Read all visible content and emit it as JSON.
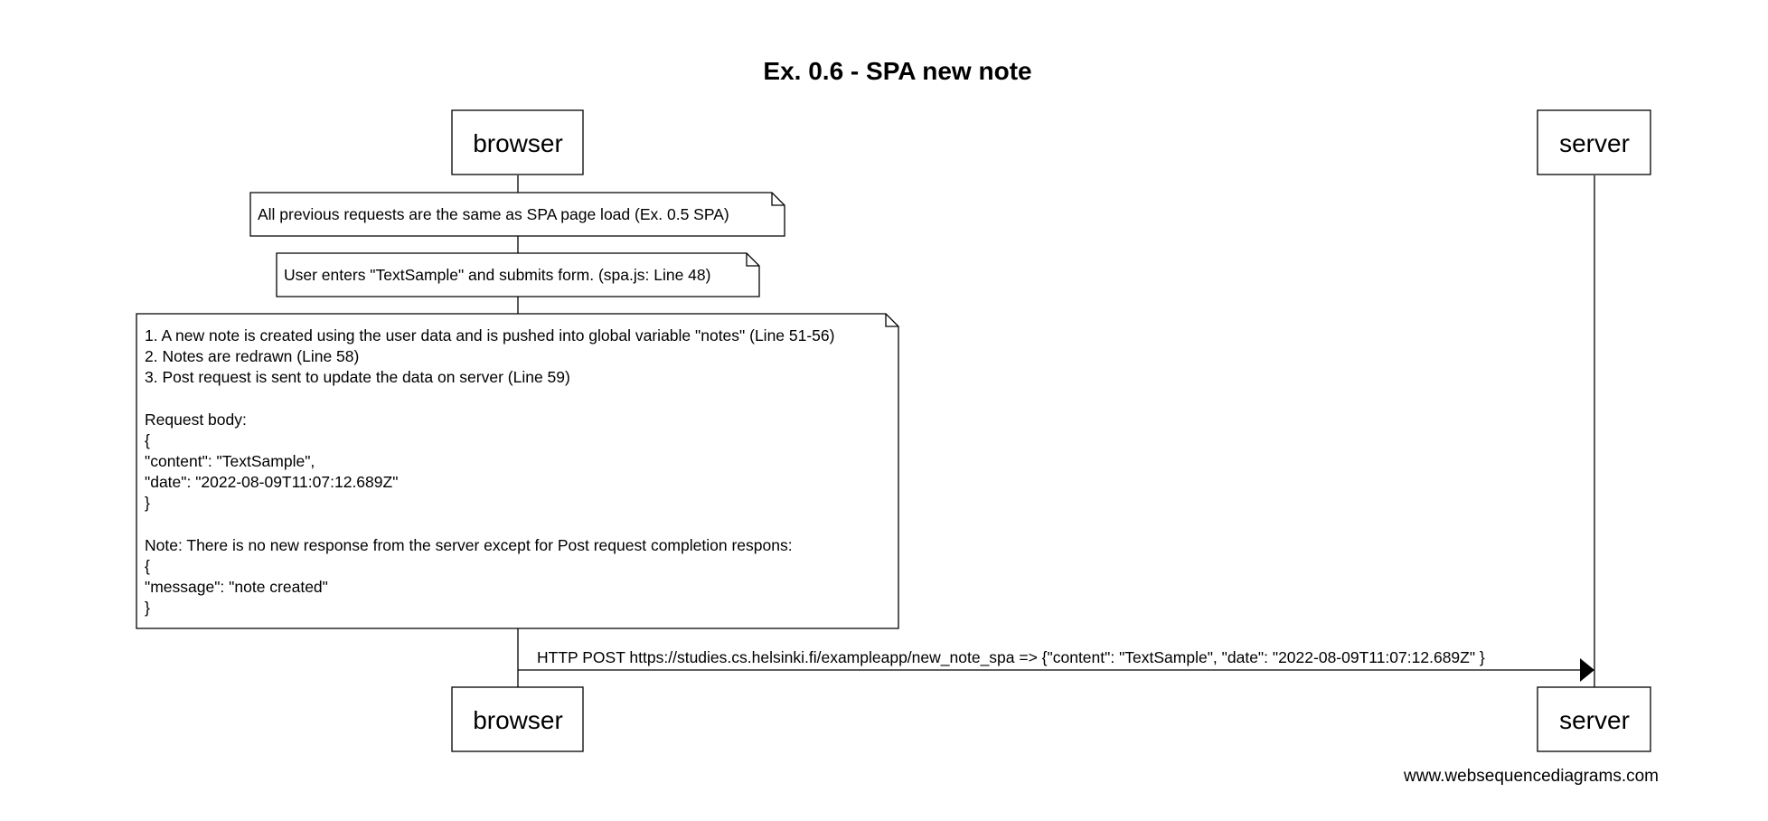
{
  "title": "Ex. 0.6 - SPA new note",
  "participants": [
    {
      "id": "browser",
      "label": "browser"
    },
    {
      "id": "server",
      "label": "server"
    }
  ],
  "notes": [
    {
      "over": "browser",
      "lines": [
        "All previous requests are the same as SPA page load (Ex. 0.5 SPA)"
      ]
    },
    {
      "over": "browser",
      "lines": [
        "User enters \"TextSample\" and submits form. (spa.js: Line 48)"
      ]
    },
    {
      "over": "browser",
      "lines": [
        "1. A new note is created using the user data and is pushed into global variable \"notes\" (Line 51-56)",
        "2. Notes are redrawn (Line 58)",
        "3. Post request is sent to update the data on server (Line 59)",
        "",
        "Request body:",
        "{",
        "\"content\": \"TextSample\",",
        "\"date\": \"2022-08-09T11:07:12.689Z\"",
        "}",
        "",
        "Note: There is no new response from the server except for Post request completion respons:",
        "{",
        "\"message\": \"note created\"",
        "}"
      ]
    }
  ],
  "messages": [
    {
      "from": "browser",
      "to": "server",
      "label": "HTTP POST https://studies.cs.helsinki.fi/exampleapp/new_note_spa => {\"content\": \"TextSample\", \"date\": \"2022-08-09T11:07:12.689Z\" }"
    }
  ],
  "watermark": "www.websequencediagrams.com"
}
